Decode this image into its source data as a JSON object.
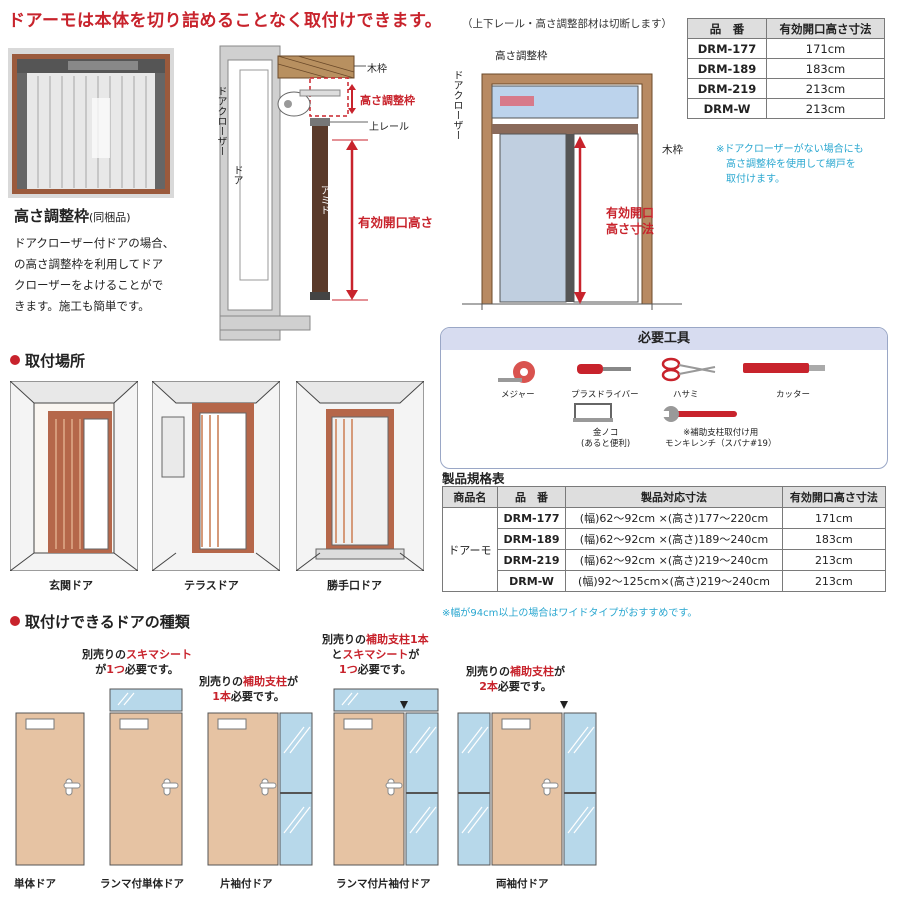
{
  "header": {
    "headline": "ドアーモは本体を切り詰めることなく取付けできます。",
    "note": "（上下レール・高さ調整部材は切断します）"
  },
  "spec_table": {
    "headers": [
      "品　番",
      "有効開口高さ寸法"
    ],
    "rows": [
      [
        "DRM-177",
        "171cm"
      ],
      [
        "DRM-189",
        "183cm"
      ],
      [
        "DRM-219",
        "213cm"
      ],
      [
        "DRM-W",
        "213cm"
      ]
    ]
  },
  "blue_note": [
    "※ドアクローザーがない場合にも",
    "高さ調整枠を使用して網戸を",
    "取付けます。"
  ],
  "photo": {
    "title": "高さ調整枠",
    "title_note": "(同梱品)",
    "desc": [
      "ドアクローザー付ドアの場合、",
      "の高さ調整枠を利用してドア",
      "クローザーをよけることがで",
      "きます。施工も簡単です。"
    ]
  },
  "diagram1": {
    "door_closer": "ドアクローザー",
    "wood_frame": "木枠",
    "adjust_frame": "高さ調整枠",
    "upper_rail": "上レール",
    "door": "ドア",
    "amido": "アミド",
    "opening_height": "有効開口高さ"
  },
  "diagram2": {
    "adjust_frame": "高さ調整枠",
    "door_closer": "ドアクローザー",
    "wood_frame": "木枠",
    "opening_height_1": "有効開口",
    "opening_height_2": "高さ寸法"
  },
  "places": {
    "title": "取付場所",
    "items": [
      "玄関ドア",
      "テラスドア",
      "勝手口ドア"
    ]
  },
  "tools": {
    "title": "必要工具",
    "items": [
      "メジャー",
      "プラスドライバー",
      "ハサミ",
      "カッター"
    ],
    "saw_1": "金ノコ",
    "saw_2": "(あると便利)",
    "wrench_1": "※補助支柱取付け用",
    "wrench_2": "モンキレンチ（スパナ#19）"
  },
  "product_table": {
    "title": "製品規格表",
    "headers": [
      "商品名",
      "品　番",
      "製品対応寸法",
      "有効開口高さ寸法"
    ],
    "product_name": "ドアーモ",
    "rows": [
      [
        "DRM-177",
        "(幅)62～92cm ×(高さ)177～220cm",
        "171cm"
      ],
      [
        "DRM-189",
        "(幅)62～92cm ×(高さ)189～240cm",
        "183cm"
      ],
      [
        "DRM-219",
        "(幅)62～92cm ×(高さ)219～240cm",
        "213cm"
      ],
      [
        "DRM-W",
        "(幅)92～125cm×(高さ)219～240cm",
        "213cm"
      ]
    ],
    "note": "※幅が94cm以上の場合はワイドタイプがおすすめです。"
  },
  "door_types": {
    "title": "取付けできるドアの種類",
    "req1": {
      "a": "別売りの",
      "b": "スキマシート",
      "c": "が",
      "d": "1つ",
      "e": "必要です。"
    },
    "req2": {
      "a": "別売りの",
      "b": "補助支柱",
      "c": "が",
      "d": "1本",
      "e": "必要です。"
    },
    "req3": {
      "a": "別売りの",
      "b": "補助支柱1本",
      "c": "と",
      "d": "スキマシート",
      "e": "が",
      "f": "1つ",
      "g": "必要です。"
    },
    "req4": {
      "a": "別売りの",
      "b": "補助支柱",
      "c": "が",
      "d": "2本",
      "e": "必要です。"
    },
    "captions": [
      "単体ドア",
      "ランマ付単体ドア",
      "片袖付ドア",
      "ランマ付片袖付ドア",
      "両袖付ドア"
    ]
  },
  "colors": {
    "accent": "#c8232c",
    "note_blue": "#2aa7d0",
    "door": "#e6c3a3",
    "glass": "#b7d8ea",
    "frame": "#b56a45"
  }
}
